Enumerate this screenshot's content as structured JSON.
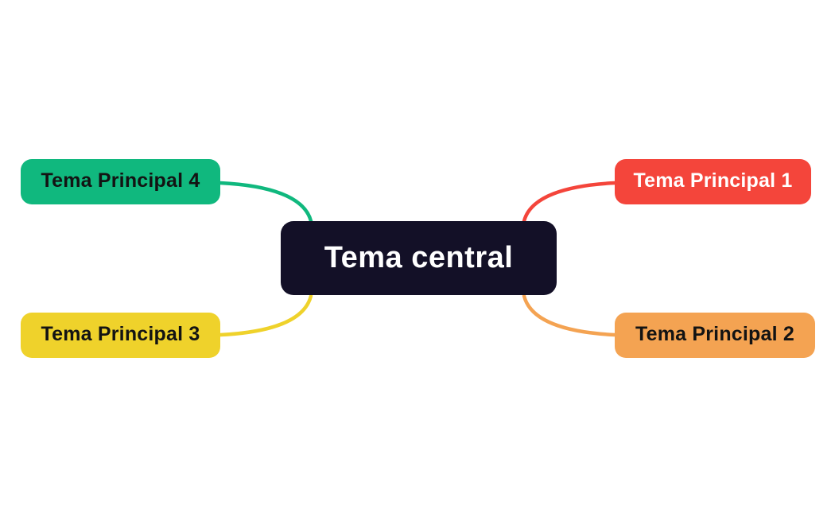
{
  "canvas": {
    "background": "#ffffff"
  },
  "central": {
    "label": "Tema central",
    "bg": "#131027",
    "text_color": "#ffffff"
  },
  "branches": [
    {
      "label": "Tema Principal 1",
      "color": "#f4453b",
      "text_color": "#ffffff",
      "position": "top-right"
    },
    {
      "label": "Tema Principal 2",
      "color": "#f4a352",
      "text_color": "#131313",
      "position": "bottom-right"
    },
    {
      "label": "Tema Principal 3",
      "color": "#efd22b",
      "text_color": "#131313",
      "position": "bottom-left"
    },
    {
      "label": "Tema Principal 4",
      "color": "#10b87e",
      "text_color": "#131313",
      "position": "top-left"
    }
  ]
}
